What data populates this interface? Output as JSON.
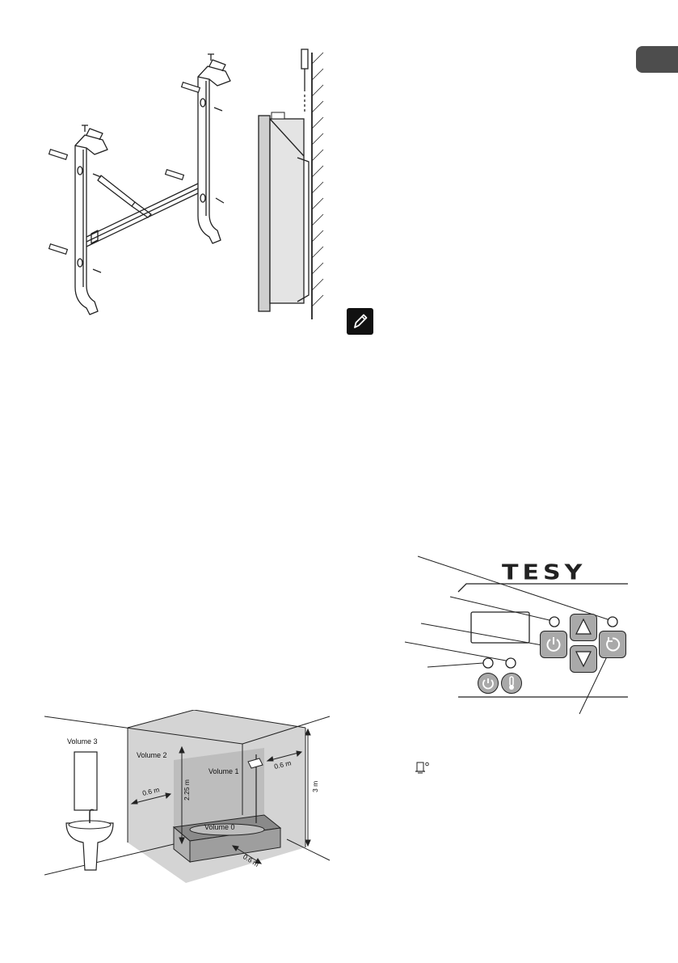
{
  "brand": {
    "logo_text": "TESY"
  },
  "bathroom": {
    "volume3": "Volume 3",
    "volume2": "Volume 2",
    "volume1": "Volume 1",
    "volume0": "Volume 0",
    "dist_left": "0.6 m",
    "dist_right": "0.6 m",
    "dist_front": "0.6 m",
    "height_shower": "2.25 m",
    "height_room": "3 m"
  },
  "colors": {
    "tab_dark": "#4d4d4d",
    "zone_gray": "#d4d4d4",
    "zone_mid": "#bdbdbd",
    "button_gray": "#a9a9a9",
    "line": "#222222"
  },
  "icons": {
    "note": "pencil-icon",
    "power": "power-icon",
    "eco": "eco-mode-icon",
    "thermometer": "thermometer-icon",
    "up": "arrow-up-icon",
    "down": "arrow-down-icon",
    "timer": "timer-icon",
    "anti_frost": "anti-frost-icon"
  }
}
